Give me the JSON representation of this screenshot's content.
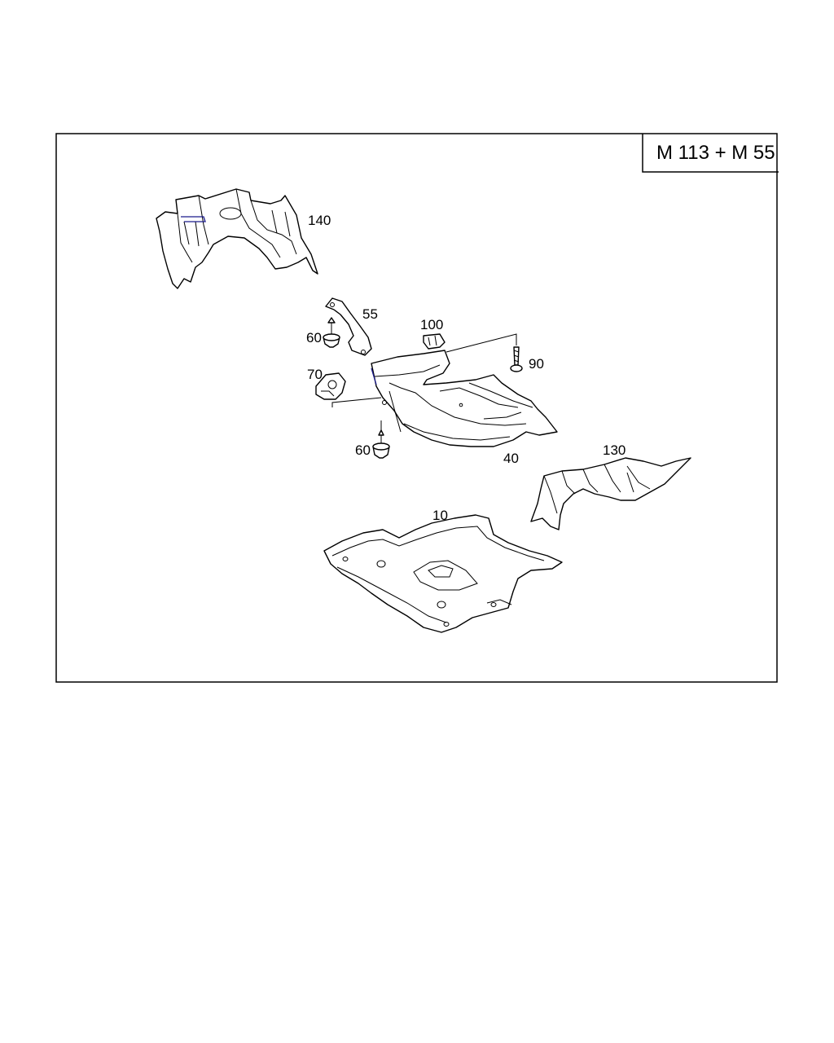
{
  "diagram": {
    "title": "M 113 + M 55",
    "callouts": [
      {
        "id": "140",
        "label": "140"
      },
      {
        "id": "55",
        "label": "55"
      },
      {
        "id": "60a",
        "label": "60"
      },
      {
        "id": "100",
        "label": "100"
      },
      {
        "id": "90",
        "label": "90"
      },
      {
        "id": "70",
        "label": "70"
      },
      {
        "id": "60b",
        "label": "60"
      },
      {
        "id": "40",
        "label": "40"
      },
      {
        "id": "130",
        "label": "130"
      },
      {
        "id": "10",
        "label": "10"
      }
    ]
  }
}
